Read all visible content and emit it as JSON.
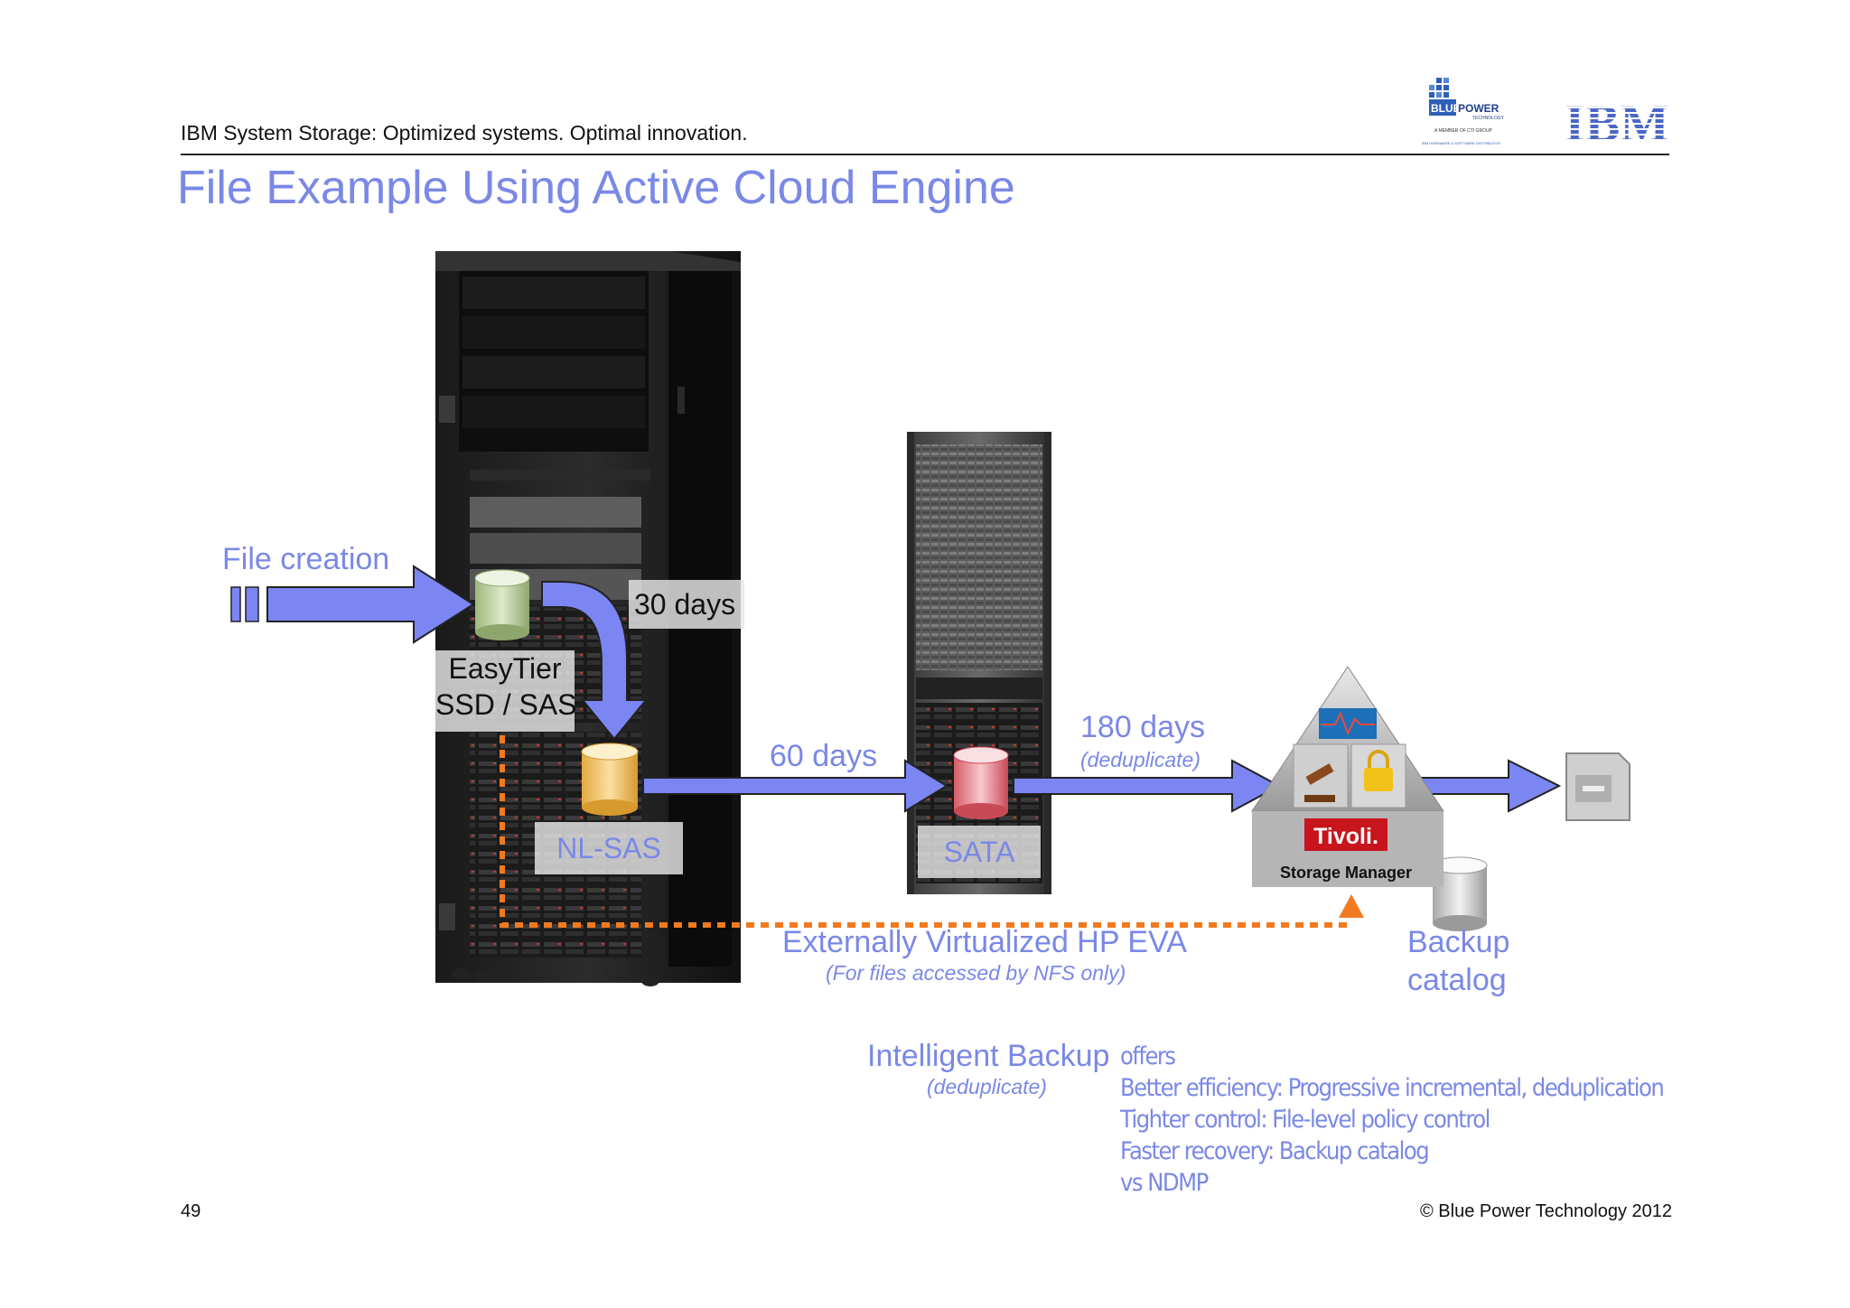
{
  "header": {
    "tagline": "IBM System Storage: Optimized systems. Optimal innovation.",
    "title": "File Example Using Active Cloud Engine"
  },
  "logos": {
    "bluepower": {
      "word1": "BLUE",
      "word2": "POWER",
      "sub": "TECHNOLOGY",
      "member": "A MEMBER OF CTI GROUP",
      "tagline": "IBM HARDWARE & SOFTWARE DISTRIBUTOR"
    },
    "ibm": "IBM"
  },
  "diagram": {
    "file_creation": "File creation",
    "days_30": "30 days",
    "easytier_line1": "EasyTier",
    "easytier_line2": "SSD / SAS",
    "nl_sas": "NL-SAS",
    "days_60": "60 days",
    "sata": "SATA",
    "days_180": "180 days",
    "dedup_1": "(deduplicate)",
    "tivoli": "Tivoli.",
    "storage_manager": "Storage Manager",
    "eva_title": "Externally Virtualized HP EVA",
    "eva_sub": "(For files accessed by NFS only)",
    "backup_line1": "Backup",
    "backup_line2": "catalog"
  },
  "backup_note": {
    "title": "Intelligent Backup",
    "dedup": "(deduplicate)",
    "lines": [
      "offers",
      "Better efficiency: Progressive incremental, deduplication",
      "Tighter control: File-level policy control",
      "Faster recovery: Backup catalog",
      "vs NDMP"
    ]
  },
  "footer": {
    "page": "49",
    "copyright": "© Blue Power Technology 2012"
  },
  "colors": {
    "accent": "#7a88e6",
    "arrow": "#7b86f3",
    "dashed": "#f07a20"
  }
}
